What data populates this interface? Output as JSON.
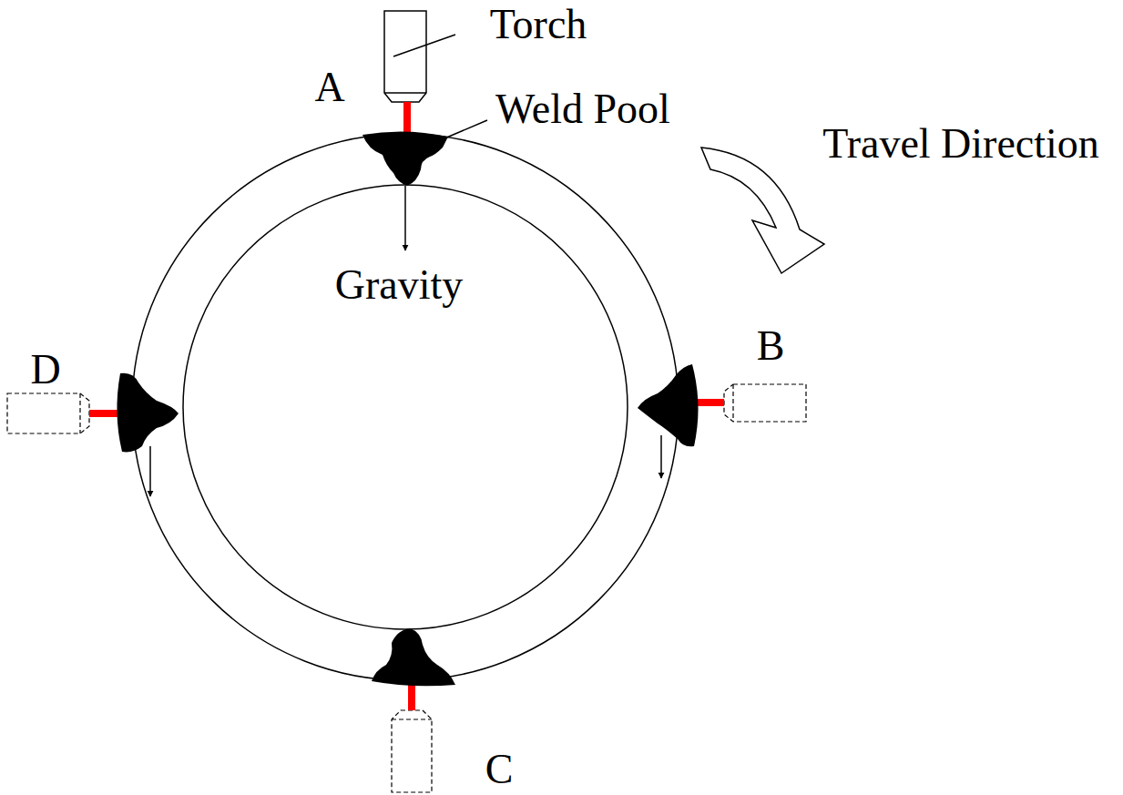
{
  "diagram": {
    "labels": [
      "Torch",
      "A",
      "Weld Pool",
      "Travel Direction",
      "Gravity",
      "B",
      "D",
      "C"
    ]
  }
}
